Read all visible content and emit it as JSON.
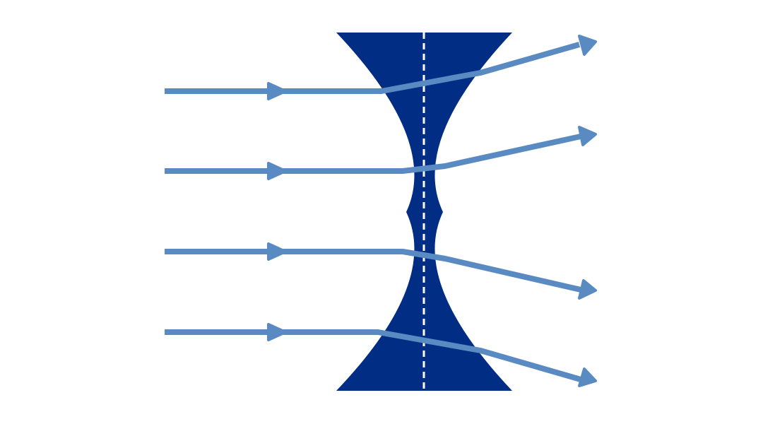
{
  "diagram": {
    "subject": "concave-lens-diverging-rays",
    "ray_count": 4,
    "ray_direction": "left-to-right",
    "outgoing_behavior": "diverging",
    "optical_axis_style": "dashed"
  },
  "colors": {
    "background": "#ffffff",
    "lens": "#012e84",
    "ray": "#5a8ac2",
    "axis_line": "#ffffff"
  },
  "icons": {
    "ray_arrowhead": "arrowhead-icon"
  }
}
